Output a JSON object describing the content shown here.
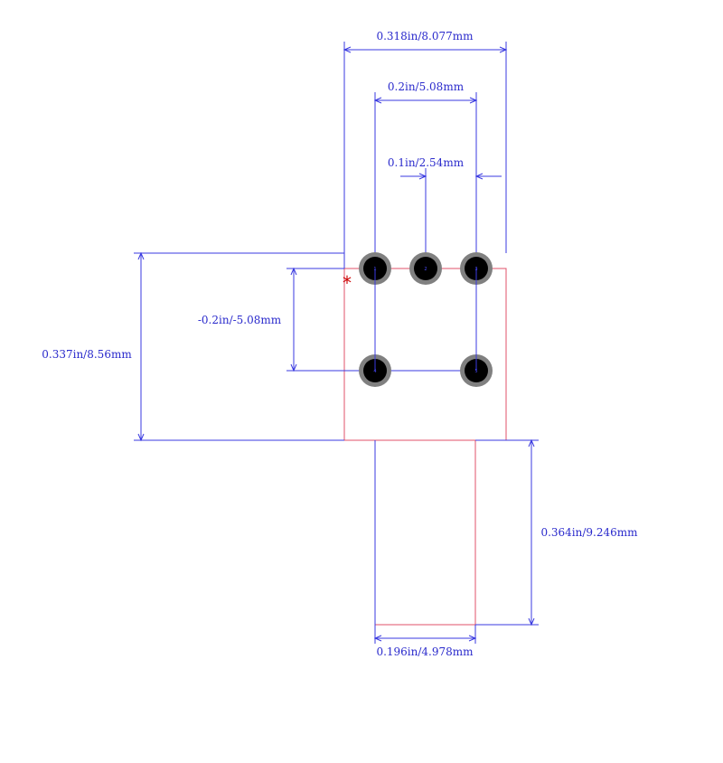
{
  "dimensions": {
    "overall_width": "0.318in/8.077mm",
    "pin_span": "0.2in/5.08mm",
    "pin_pitch": "0.1in/2.54mm",
    "row_offset": "-0.2in/-5.08mm",
    "overall_height": "0.337in/8.56mm",
    "lead_length": "0.364in/9.246mm",
    "lead_width": "0.196in/4.978mm"
  },
  "pin1_marker": "*",
  "pins": [
    {
      "number": "1",
      "row": "top",
      "col": 0
    },
    {
      "number": "2",
      "row": "top",
      "col": 1
    },
    {
      "number": "3",
      "row": "top",
      "col": 2
    },
    {
      "number": "4",
      "row": "bottom",
      "col": 0
    },
    {
      "number": "5",
      "row": "bottom",
      "col": 2
    }
  ],
  "colors": {
    "dimension": "#3a3ae0",
    "outline": "#e0506a",
    "marker": "#cc0000",
    "pad_ring": "#808080",
    "pad_hole": "#000000"
  }
}
